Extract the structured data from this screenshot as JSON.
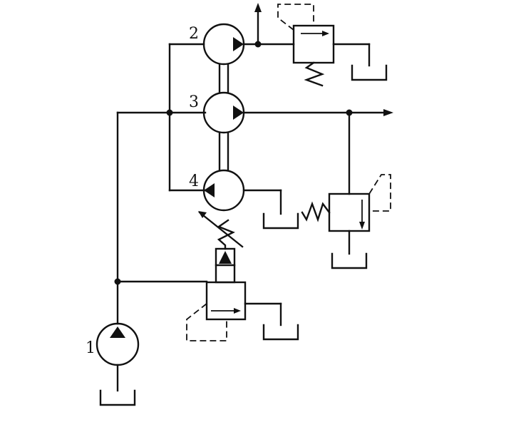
{
  "labels": {
    "pump": "1",
    "motor_top": "2",
    "motor_mid": "3",
    "motor_bot": "4"
  },
  "colors": {
    "line": "#111111",
    "background": "#ffffff"
  }
}
